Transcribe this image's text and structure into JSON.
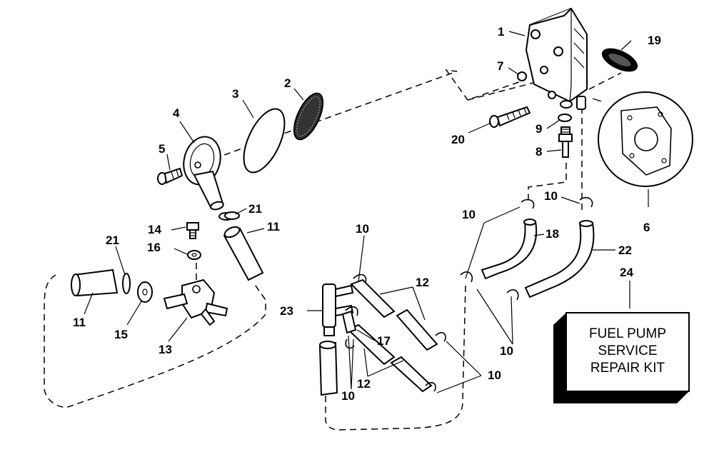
{
  "callouts": [
    {
      "id": "c1",
      "text": "1"
    },
    {
      "id": "c2",
      "text": "2"
    },
    {
      "id": "c3",
      "text": "3"
    },
    {
      "id": "c4",
      "text": "4"
    },
    {
      "id": "c5",
      "text": "5"
    },
    {
      "id": "c6",
      "text": "6"
    },
    {
      "id": "c7",
      "text": "7"
    },
    {
      "id": "c8",
      "text": "8"
    },
    {
      "id": "c9",
      "text": "9"
    },
    {
      "id": "c10",
      "text": "10"
    },
    {
      "id": "c11",
      "text": "11"
    },
    {
      "id": "c12",
      "text": "12"
    },
    {
      "id": "c13",
      "text": "13"
    },
    {
      "id": "c14",
      "text": "14"
    },
    {
      "id": "c15",
      "text": "15"
    },
    {
      "id": "c16",
      "text": "16"
    },
    {
      "id": "c17",
      "text": "17"
    },
    {
      "id": "c18",
      "text": "18"
    },
    {
      "id": "c19",
      "text": "19"
    },
    {
      "id": "c20",
      "text": "20"
    },
    {
      "id": "c21",
      "text": "21"
    },
    {
      "id": "c22",
      "text": "22"
    },
    {
      "id": "c23",
      "text": "23"
    },
    {
      "id": "c24",
      "text": "24"
    }
  ],
  "kit_box": {
    "line1": "FUEL PUMP",
    "line2": "SERVICE",
    "line3": "REPAIR KIT"
  }
}
